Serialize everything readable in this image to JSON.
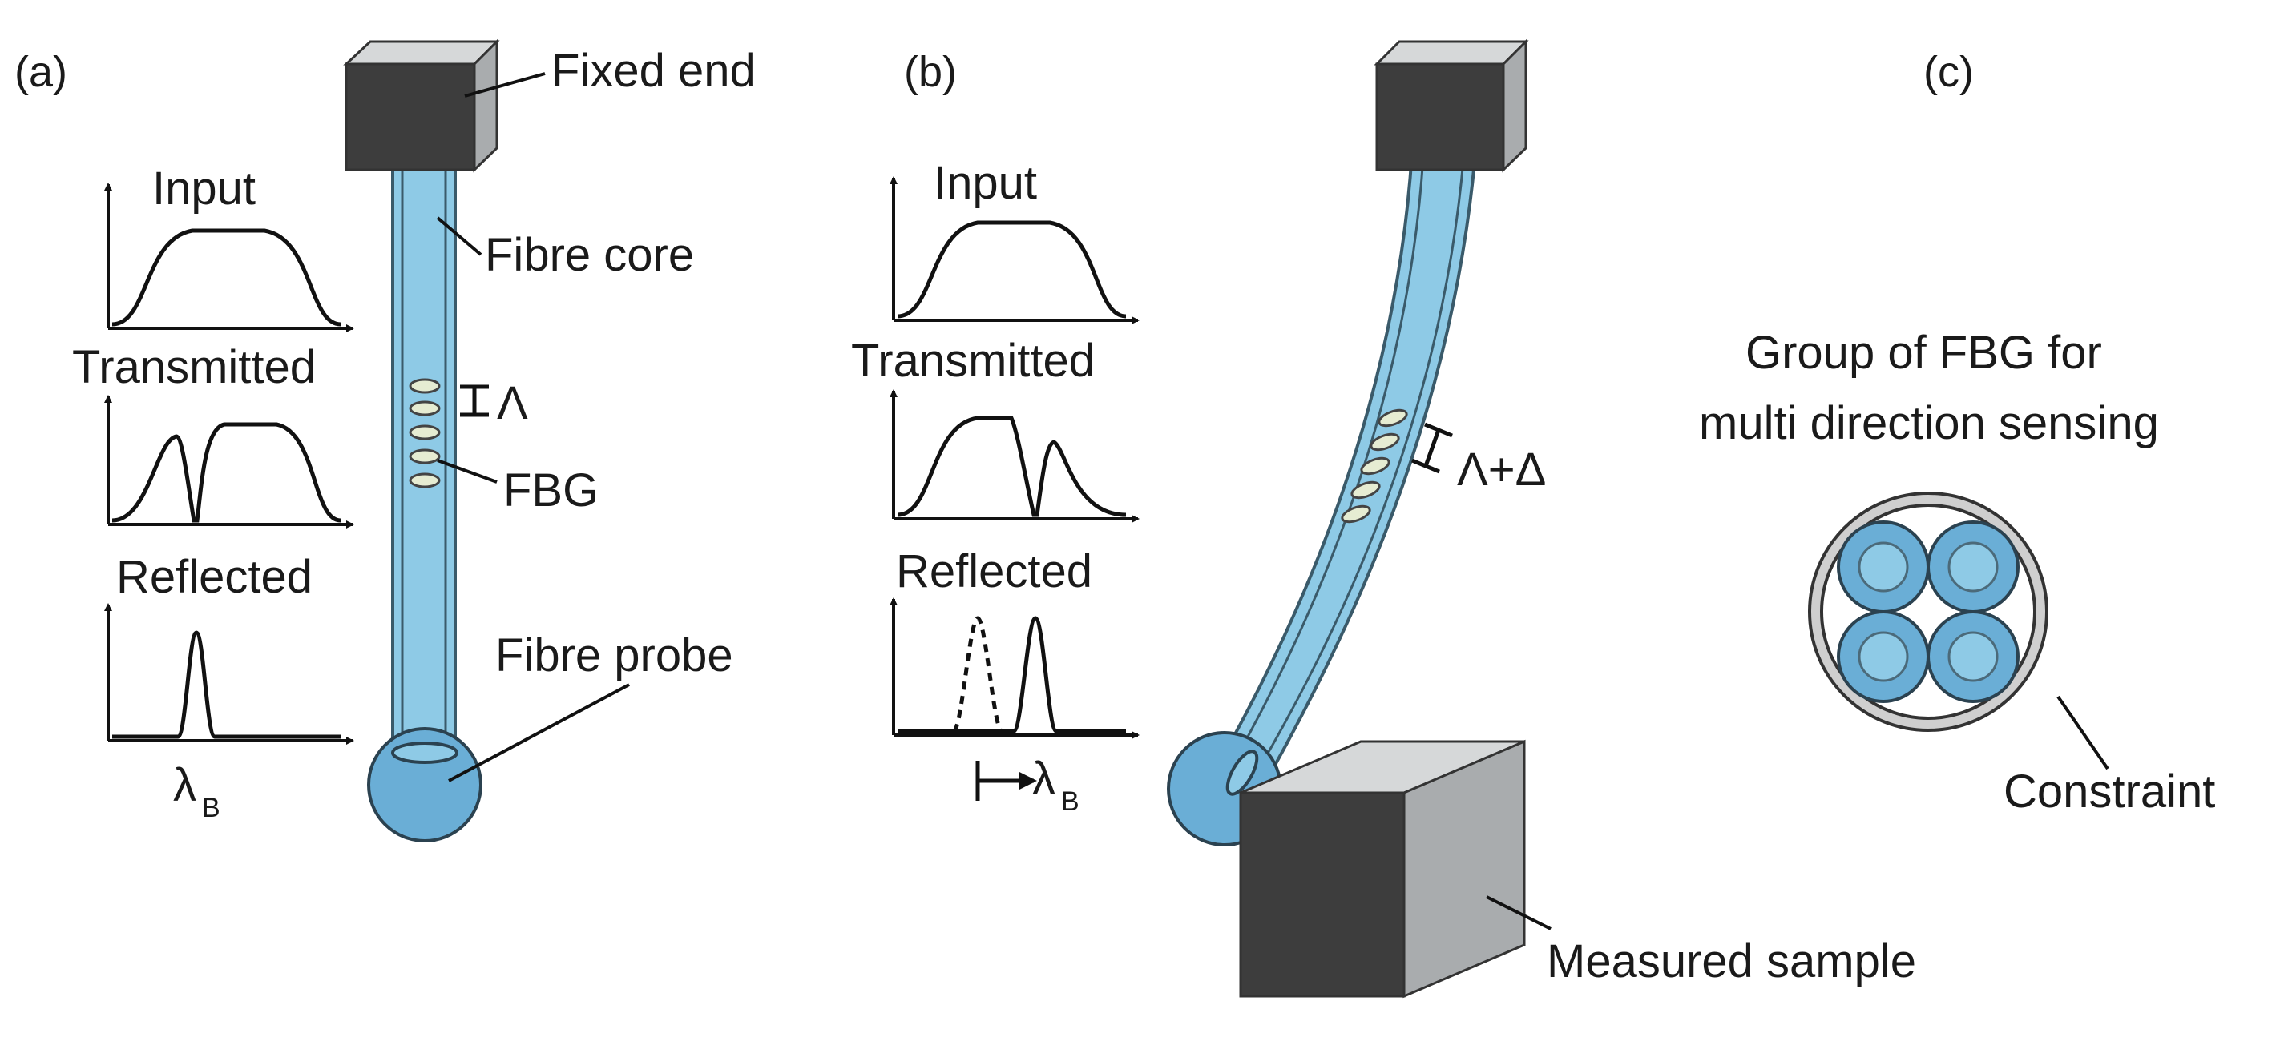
{
  "panels": {
    "a": "(a)",
    "b": "(b)",
    "c": "(c)"
  },
  "panel_a": {
    "fixed_end": "Fixed end",
    "fibre_core": "Fibre core",
    "grating_period": "Λ",
    "fbg": "FBG",
    "fibre_probe": "Fibre probe",
    "input": "Input",
    "transmitted": "Transmitted",
    "reflected": "Reflected",
    "lambda": "λ",
    "lambda_sub": "B"
  },
  "panel_b": {
    "input": "Input",
    "transmitted": "Transmitted",
    "reflected": "Reflected",
    "grating_period": "Λ+Δ",
    "lambda": "λ",
    "lambda_sub": "B",
    "measured_sample": "Measured sample"
  },
  "panel_c": {
    "title_line1": "Group of FBG for",
    "title_line2": "multi direction sensing",
    "constraint": "Constraint"
  },
  "colors": {
    "fibre_fill": "#8ecae6",
    "fibre_stroke": "#3a5a6a",
    "probe_fill": "#6aaed6",
    "cube_dark": "#3d3d3d",
    "cube_light": "#a9acae",
    "cube_top": "#d6d8d9",
    "grating_fill": "#e6ecd2",
    "constraint_ring": "#cfcfcf"
  }
}
